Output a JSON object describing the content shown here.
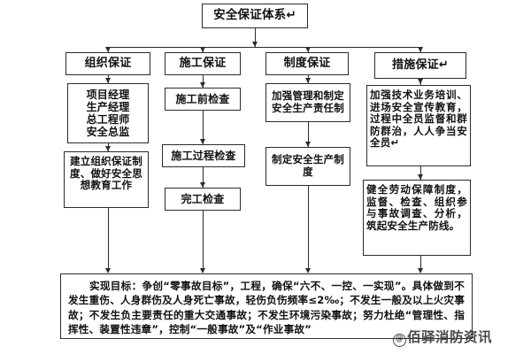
{
  "diagram": {
    "title": "安全保证体系",
    "root": {
      "label": "安全保证体系↵"
    },
    "pillars": [
      {
        "label": "组织保证"
      },
      {
        "label": "施工保证"
      },
      {
        "label": "制度保证"
      },
      {
        "label": "措施保证↵"
      }
    ],
    "column1": [
      {
        "label": "项目经理\n生产经理\n总工程师\n安全总监"
      },
      {
        "label": "建立组织保证制度、做好安全思想教育工作"
      }
    ],
    "column2": [
      {
        "label": "施工前检查"
      },
      {
        "label": "施工过程检查"
      },
      {
        "label": "完工检查"
      }
    ],
    "column3": [
      {
        "label": "加强管理和制定安全生产责任制"
      },
      {
        "label": "制定安全生产制度"
      }
    ],
    "column4": [
      {
        "label": "加强技术业务培训、进场安全宣传教育，过程中全员监督和群防群治，人人争当安全员↵"
      },
      {
        "label": "健全劳动保障制度，监督、检查、组织参与事故调查、分析，筑起安全生产防线。"
      }
    ],
    "goal_box": {
      "text": "实现目标：争创“零事故目标”，工程，确保“六不、一控、一实现”。具体做到不发生重伤、人身群伤及人身死亡事故，轻伤负伤频率≤2‰；不发生一般及以上火灾事故；不发生负主要责任的重大交通事故；不发生环境污染事故；努力杜绝“管理性、指挥性、装置性违章”，控制“一般事故”及“作业事故”"
    },
    "watermark": {
      "symbol": "@",
      "text": "佰驿消防资讯"
    },
    "colors": {
      "line": "#2b2b2b",
      "text": "#111111",
      "background": "#ffffff",
      "underline_red": "#c03030"
    }
  }
}
